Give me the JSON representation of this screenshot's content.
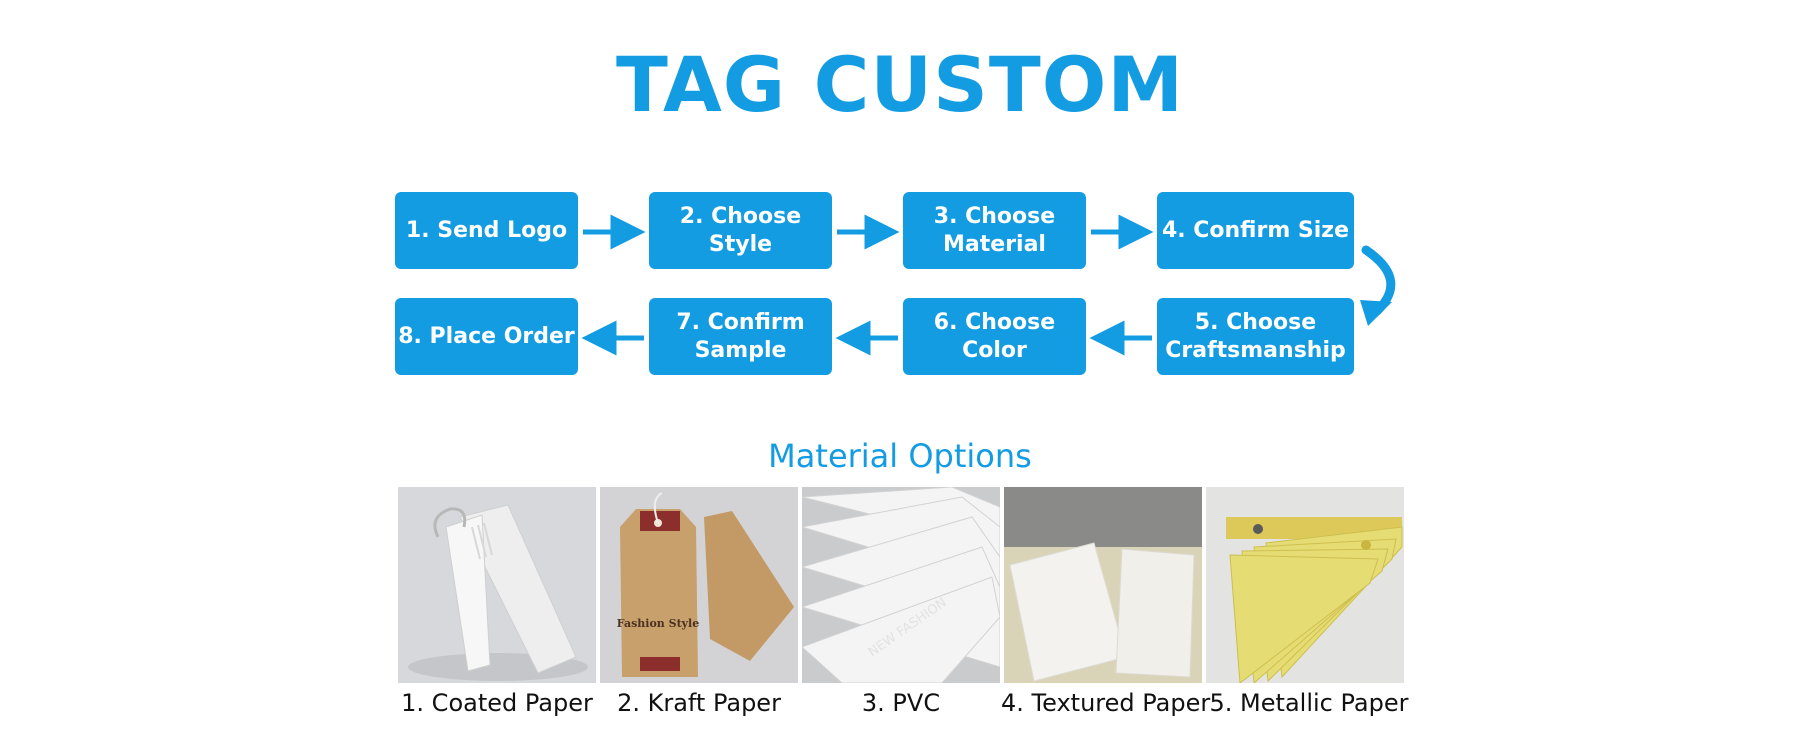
{
  "title": "TAG CUSTOM",
  "colors": {
    "accent": "#149ce3"
  },
  "process": {
    "steps": [
      {
        "label": "1. Send Logo"
      },
      {
        "label": "2. Choose Style"
      },
      {
        "label": "3. Choose\nMaterial"
      },
      {
        "label": "4. Confirm Size"
      },
      {
        "label": "5. Choose\nCraftsmanship"
      },
      {
        "label": "6. Choose Color"
      },
      {
        "label": "7. Confirm\nSample"
      },
      {
        "label": "8. Place Order"
      }
    ]
  },
  "materials": {
    "heading": "Material Options",
    "items": [
      {
        "label": "1. Coated Paper"
      },
      {
        "label": "2. Kraft Paper"
      },
      {
        "label": "3. PVC"
      },
      {
        "label": "4. Textured Paper"
      },
      {
        "label": "5. Metallic Paper"
      }
    ],
    "photo_text": {
      "kraft_tag": "Fashion Style",
      "pvc_emboss": "NEW FASHION"
    }
  }
}
